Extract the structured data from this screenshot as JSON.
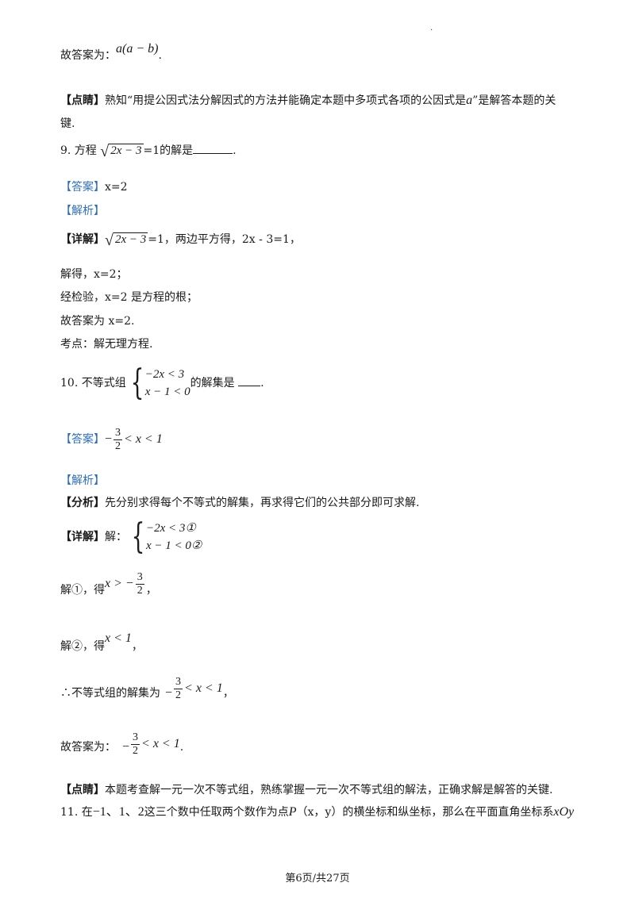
{
  "page_mark": ".",
  "lines": {
    "l1_prefix": "故答案为：",
    "l1_math": "a(a − b)",
    "l1_suffix": ".",
    "l2_tag": "【点睛】",
    "l2_text_a": "熟知“用提公因式法分解因式的方法并能确定本题中多项式各项的公因式是",
    "l2_var": "a",
    "l2_text_b": "”是解答本题的关",
    "l3_text": "键.",
    "q9_num": "9. 方程",
    "q9_radicand": "2x − 3",
    "q9_eq": "=1的解是",
    "q9_end": ".",
    "ans_tag": "【答案】",
    "q9_answer": "x=2",
    "analysis_tag": "【解析】",
    "detail_tag": "【详解】",
    "q9_detail_radicand": "2x − 3",
    "q9_detail_rest": "=1，两边平方得，2x - 3=1，",
    "q9_l1": "解得，x=2；",
    "q9_l2": "经检验，x=2 是方程的根；",
    "q9_l3": "故答案为 x=2.",
    "q9_l4": "考点：解无理方程.",
    "q10_num": "10. 不等式组",
    "q10_row1": "−2x < 3",
    "q10_row2": "x − 1 < 0",
    "q10_rest": "的解集是",
    "q10_end": ".",
    "q10_ans_minus": "−",
    "q10_ans_num": "3",
    "q10_ans_den": "2",
    "q10_ans_tail": "< x < 1",
    "analysis_tag2": "【解析】",
    "fenxi_tag": "【分析】",
    "fenxi_text": "先分别求得每个不等式的解集，再求得它们的公共部分即可求解.",
    "detail_tag2": "【详解】",
    "detail_jie": "解：",
    "q10_sys_row1": "−2x < 3①",
    "q10_sys_row2": "x − 1 < 0②",
    "s1_label": "解①，得",
    "s1_math_a": "x > −",
    "s1_num": "3",
    "s1_den": "2",
    "s1_end": "，",
    "s2_label": "解②，得",
    "s2_math": "x < 1",
    "s2_end": "，",
    "s3_label": "∴不等式组的解集为",
    "s3_minus": "−",
    "s3_num": "3",
    "s3_den": "2",
    "s3_tail": "< x < 1",
    "s3_end": "，",
    "s4_label": "故答案为：",
    "s4_minus": "−",
    "s4_num": "3",
    "s4_den": "2",
    "s4_tail": "< x < 1",
    "s4_end": ".",
    "dj_tag": "【点睛】",
    "dj_text": "本题考查解一元一次不等式组，熟练掌握一元一次不等式组的解法，正确求解是解答的关键.",
    "q11_text_a": "11. 在",
    "q11_nums": "−1、1、2",
    "q11_text_b": "这三个数中任取两个数作为点",
    "q11_P": "P",
    "q11_text_c": "（x，y）的横坐标和纵坐标，那么在平面直角坐标系",
    "q11_xOy": "xOy"
  },
  "footer": "第6页/共27页",
  "colors": {
    "accent_blue": "#2f6fb5",
    "text": "#1a1a1a"
  }
}
